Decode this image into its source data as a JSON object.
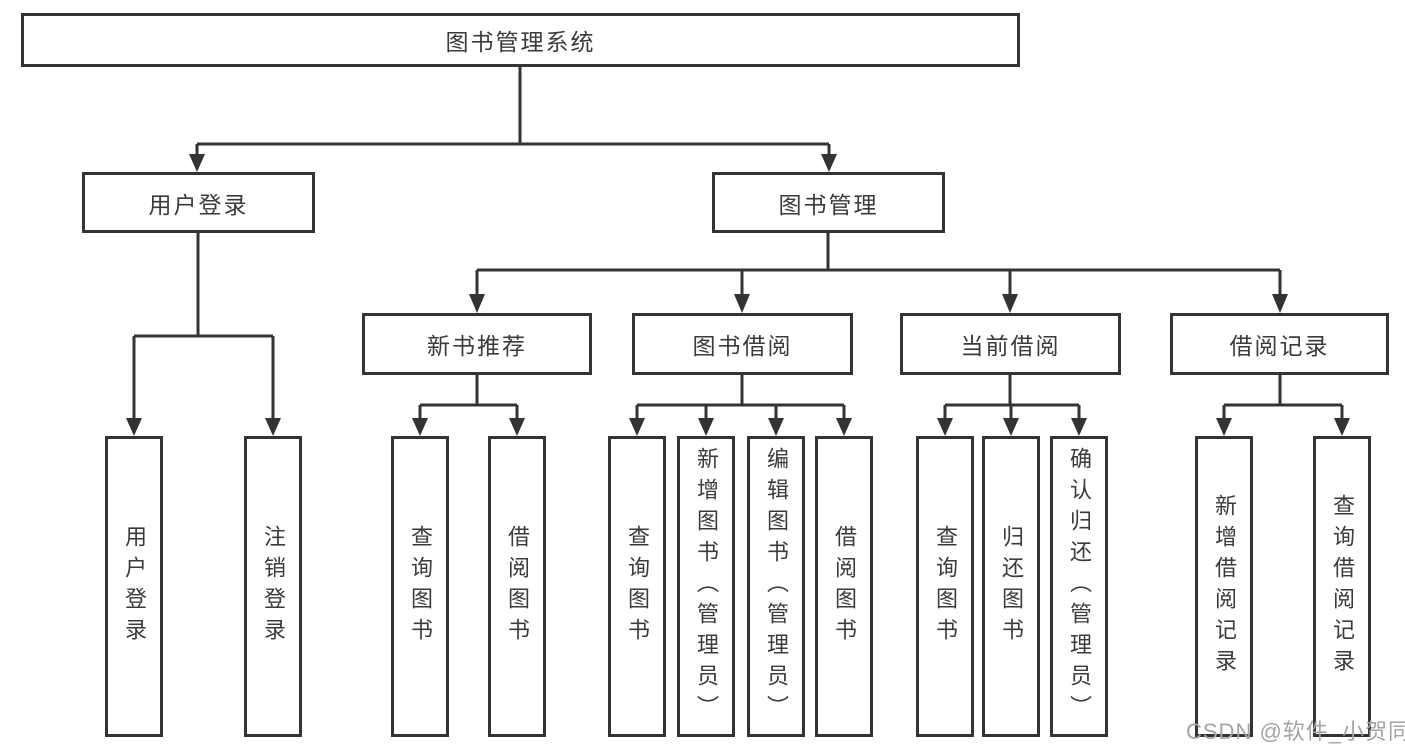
{
  "tree": {
    "label": "图书管理系统",
    "children": [
      {
        "label": "用户登录",
        "children": [
          {
            "label": "用户登录"
          },
          {
            "label": "注销登录"
          }
        ]
      },
      {
        "label": "图书管理",
        "children": [
          {
            "label": "新书推荐",
            "children": [
              {
                "label": "查询图书"
              },
              {
                "label": "借阅图书"
              }
            ]
          },
          {
            "label": "图书借阅",
            "children": [
              {
                "label": "查询图书"
              },
              {
                "label": "新增图书（管理员）"
              },
              {
                "label": "编辑图书（管理员）"
              },
              {
                "label": "借阅图书"
              }
            ]
          },
          {
            "label": "当前借阅",
            "children": [
              {
                "label": "查询图书"
              },
              {
                "label": "归还图书"
              },
              {
                "label": "确认归还（管理员）"
              }
            ]
          },
          {
            "label": "借阅记录",
            "children": [
              {
                "label": "新增借阅记录"
              },
              {
                "label": "查询借阅记录"
              }
            ]
          }
        ]
      }
    ]
  },
  "colors": {
    "line": "#333333",
    "text": "#3b3b3b",
    "background": "#ffffff",
    "watermark": "#a4a4a8"
  },
  "watermark": {
    "text": "CSDN @软件_小贺同学"
  }
}
